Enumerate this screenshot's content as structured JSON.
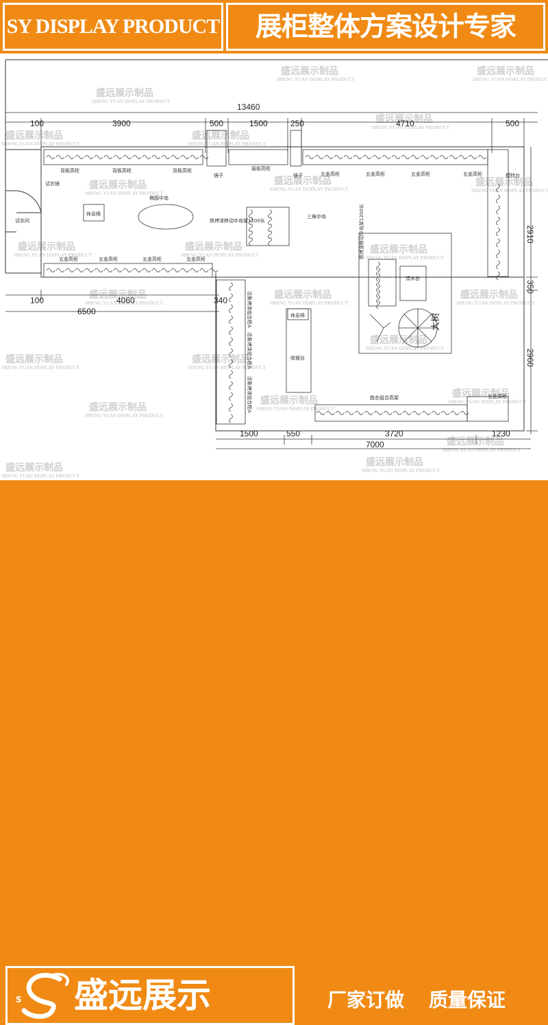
{
  "banner": {
    "left_text": "SY DISPLAY PRODUCT",
    "right_text": "展柜整体方案设计专家"
  },
  "footer": {
    "brand_name": "盛远展示",
    "logo_letter": "S",
    "slogan_1": "厂家订做",
    "slogan_2": "质量保证"
  },
  "watermark": {
    "cn": "盛远展示制品",
    "en": "SHENG YUAN DISPLAY PRODUCT"
  },
  "plan": {
    "top_dimensions": {
      "total": "13460",
      "segments": [
        "100",
        "3900",
        "500",
        "1500",
        "250",
        "4710",
        "500"
      ]
    },
    "mid_dimensions": [
      "100",
      "4060",
      "340",
      "6500"
    ],
    "bottom_dimensions": [
      "1500",
      "550",
      "3720",
      "1230",
      "7000"
    ],
    "right_dimensions": [
      "2910",
      "350",
      "2960"
    ],
    "labels": {
      "back_shelf_1": "背板高柜",
      "back_shelf_2": "背板高柜",
      "back_shelf_3": "背板高柜",
      "mirror_1": "镜子",
      "layer_cabinet": "层板高柜",
      "mirror_2": "镜子",
      "hw_high_1": "五金高柜",
      "hw_high_2": "五金高柜",
      "hw_high_3": "五金高柜",
      "hw_high_4": "五金高柜",
      "model_stand": "模特台",
      "fitting_mirror": "试衣镜",
      "fitting_room": "试衣间",
      "rest_chair_1": "休息椅",
      "oval_island": "椭圆中岛",
      "iron_island_1": "铁烤漆移动中岛架1200长",
      "tri_island": "三角中岛",
      "iron_island_2": "铁烤漆移动中岛架1200长",
      "water_stand": "流水台",
      "big_tree": "大树",
      "hw_high_5": "五金高柜",
      "hw_high_6": "五金高柜",
      "hw_high_7": "五金高柜",
      "hw_high_8": "五金高柜",
      "rest_chair_2": "休息椅",
      "cashier": "收银台",
      "combo_left_1": "活象烤漆组合柜A",
      "combo_left_2": "活象烤漆组合柜A",
      "combo_left_3": "活象烤漆组合柜A",
      "combo_bottom": "跑衣组合高架",
      "hw_high_9": "五金高柜"
    }
  }
}
